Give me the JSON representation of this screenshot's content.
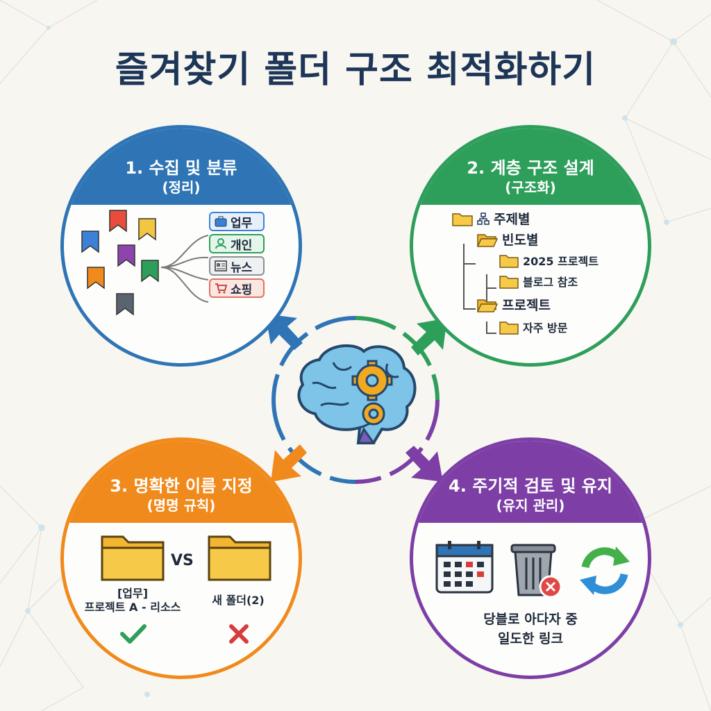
{
  "title": "즐겨찾기 폴더 구조 최적화하기",
  "colors": {
    "step1": "#2f75b5",
    "step2": "#2e9e5b",
    "step3": "#f18a1c",
    "step4": "#7d3fa6",
    "title": "#1d3557"
  },
  "center": {
    "icon": "brain-gears-icon"
  },
  "steps": [
    {
      "title": "1. 수집 및 분류",
      "subtitle": "(정리)",
      "categories": [
        {
          "label": "업무",
          "icon": "briefcase-icon"
        },
        {
          "label": "개인",
          "icon": "person-icon"
        },
        {
          "label": "뉴스",
          "icon": "newspaper-icon"
        },
        {
          "label": "쇼핑",
          "icon": "cart-icon"
        }
      ]
    },
    {
      "title": "2. 계층 구조 설계",
      "subtitle": "(구조화)",
      "tree": [
        "주제별",
        "빈도별",
        "2025 프로젝트",
        "블로그 참조",
        "프로젝트",
        "자주 방문"
      ]
    },
    {
      "title": "3. 명확한 이름 지정",
      "subtitle": "(명명 규칙)",
      "good_label_line1": "[업무]",
      "good_label_line2": "프로젝트 A - 리소스",
      "vs": "VS",
      "bad_label": "새 폴더(2)"
    },
    {
      "title": "4. 주기적 검토 및 유지",
      "subtitle": "(유지 관리)",
      "caption_line1": "당블로 아다자 중",
      "caption_line2": "일도한 링크",
      "icons": [
        "calendar-icon",
        "trash-icon",
        "refresh-icon"
      ]
    }
  ]
}
